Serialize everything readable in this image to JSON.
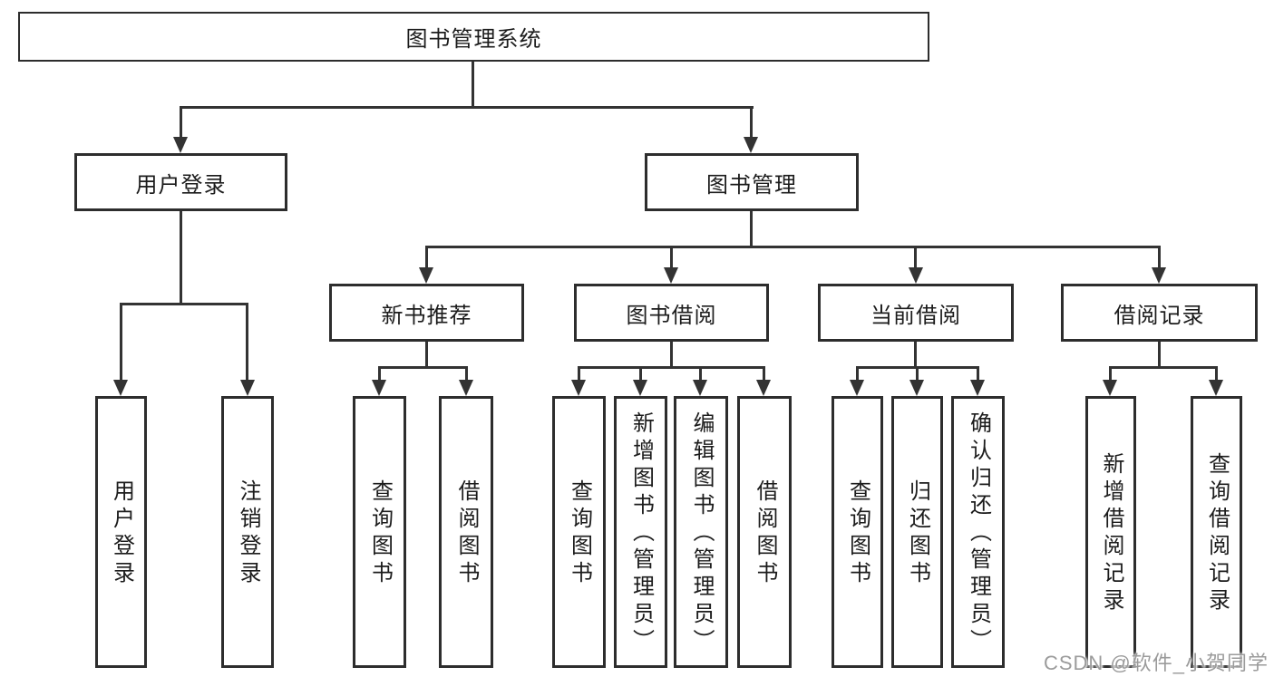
{
  "diagram": {
    "root": "图书管理系统",
    "branches": {
      "user": "用户登录",
      "book": "图书管理"
    },
    "modules": [
      "新书推荐",
      "图书借阅",
      "当前借阅",
      "借阅记录"
    ],
    "leaves": {
      "user": [
        "用户登录",
        "注销登录"
      ],
      "recommend": [
        "查询图书",
        "借阅图书"
      ],
      "borrow": [
        "查询图书",
        "新增图书（管理员）",
        "编辑图书（管理员）",
        "借阅图书"
      ],
      "current": [
        "查询图书",
        "归还图书",
        "确认归还（管理员）"
      ],
      "records": [
        "新增借阅记录",
        "查询借阅记录"
      ]
    },
    "watermark": "CSDN @软件_小贺同学",
    "colors": {
      "line": "#333333",
      "border": "#2d2d2d",
      "text": "#1c1c1c",
      "background": "#ffffff",
      "watermark": "#9b9b9b"
    }
  }
}
